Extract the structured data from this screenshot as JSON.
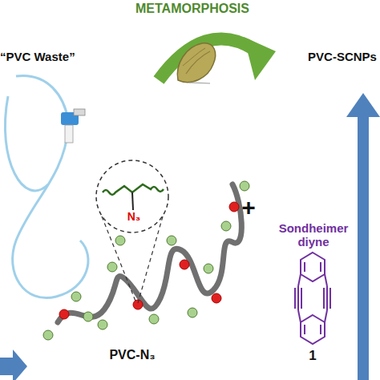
{
  "diagram": {
    "labels": [
      "METAMORPHOSIS",
      "“PVC Waste”",
      "PVC-SCNPs",
      "N₃",
      "PVC-N₃",
      "+",
      "Sondheimer diyne",
      "1"
    ]
  }
}
